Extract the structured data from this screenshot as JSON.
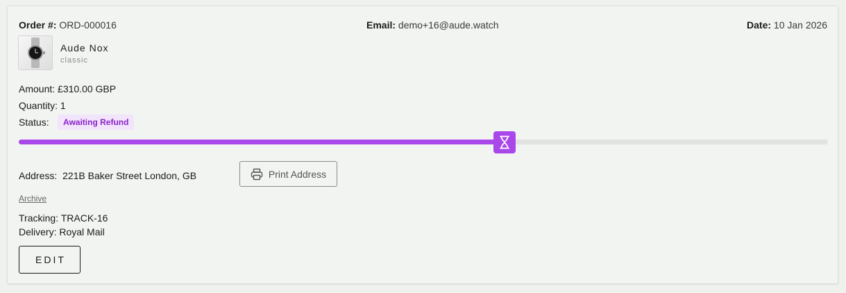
{
  "order": {
    "number_label": "Order #:",
    "number": "ORD-000016",
    "email_label": "Email:",
    "email": "demo+16@aude.watch",
    "date_label": "Date:",
    "date": "10 Jan 2026"
  },
  "product": {
    "name": "Aude Nox",
    "variant": "classic"
  },
  "details": {
    "amount_label": "Amount:",
    "amount": "£310.00 GBP",
    "quantity_label": "Quantity:",
    "quantity": "1",
    "status_label": "Status:",
    "status": "Awaiting Refund"
  },
  "progress": {
    "fraction": 0.6
  },
  "address": {
    "label": "Address:",
    "value": "221B Baker Street London, GB",
    "print_label": "Print Address"
  },
  "archive_label": "Archive",
  "shipping": {
    "tracking_label": "Tracking:",
    "tracking": "TRACK-16",
    "delivery_label": "Delivery:",
    "delivery": "Royal Mail"
  },
  "edit_label": "EDIT",
  "colors": {
    "accent": "#a948ea",
    "badge_bg": "#f2e4fb",
    "badge_text": "#8a23c9"
  }
}
